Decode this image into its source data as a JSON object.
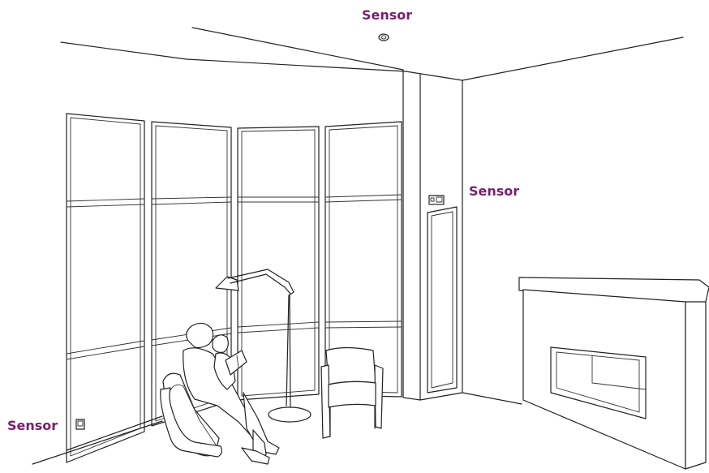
{
  "labels": {
    "ceiling_sensor": "Sensor",
    "wall_sensor": "Sensor",
    "floor_sensor": "Sensor"
  },
  "colors": {
    "label": "#7a1f6e",
    "line": "#222222"
  }
}
